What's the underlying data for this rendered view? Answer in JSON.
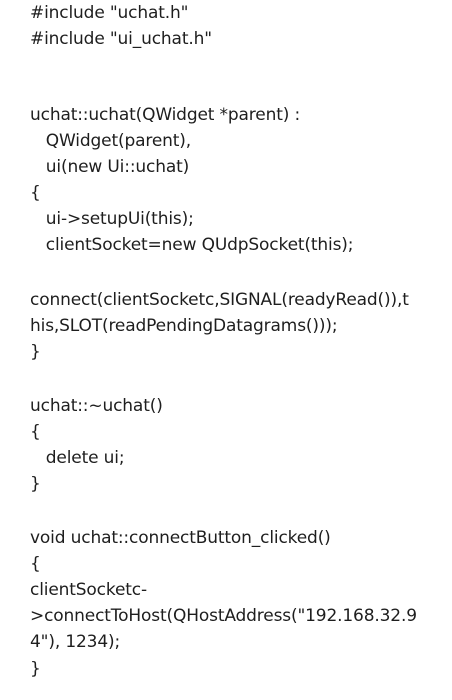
{
  "document": {
    "lines": [
      "#include \"uchat.h\"",
      "#include \"ui_uchat.h\"",
      "uchat::uchat(QWidget *parent) :",
      "   QWidget(parent),",
      "   ui(new Ui::uchat)",
      "{",
      "   ui->setupUi(this);",
      "   clientSocket=new QUdpSocket(this);",
      "connect(clientSocketc,SIGNAL(readyRead()),t",
      "his,SLOT(readPendingDatagrams()));",
      "}",
      "uchat::~uchat()",
      "{",
      "   delete ui;",
      "}",
      "void uchat::connectButton_clicked()",
      "{",
      "clientSocketc-",
      ">connectToHost(QHostAddress(\"192.168.32.9",
      "4\"), 1234);",
      "}"
    ]
  }
}
